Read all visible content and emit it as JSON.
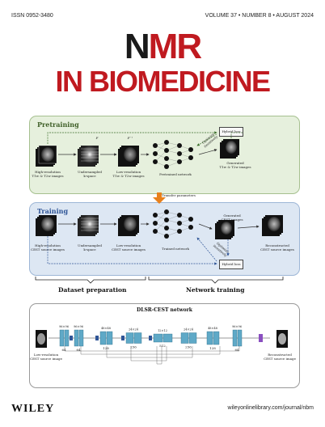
{
  "header": {
    "issn": "ISSN 0952-3480",
    "volume": "VOLUME 37 • NUMBER 8 • AUGUST 2024"
  },
  "journal": {
    "title_line1_n": "N",
    "title_line1_rest": "MR",
    "title_line2": "IN BIOMEDICINE"
  },
  "pretraining": {
    "title": "Pretraining",
    "hr_label": [
      "High-resolution",
      "T1w & T2w images"
    ],
    "under_label": [
      "Undersampled",
      "k-space"
    ],
    "lr_label": [
      "Low-resolution",
      "T1w & T2w images"
    ],
    "net_label": "Pretrained network",
    "gen_label": [
      "Generated",
      "T1w & T2w images"
    ],
    "hybrid_loss": "Hybrid loss",
    "optimize": [
      "Optimize",
      "iteratively"
    ],
    "f": "F",
    "finv": "F⁻¹"
  },
  "transfer_label": "Transfer parameters",
  "training": {
    "title": "Training",
    "hr_label": [
      "High-resolution",
      "CEST source images"
    ],
    "under_label": [
      "Undersampled",
      "k-space"
    ],
    "lr_label": [
      "Low-resolution",
      "CEST source images"
    ],
    "net_label": "Trained network",
    "gen_label": [
      "Generated",
      "CEST images"
    ],
    "recon_label": [
      "Reconstructed",
      "CEST source images"
    ],
    "hybrid_loss": "Hybrid loss",
    "optimize": [
      "Optimize",
      "iteratively"
    ],
    "f": "F",
    "finv": "F⁻¹"
  },
  "braces": {
    "left": "Dataset preparation",
    "right": "Network training"
  },
  "dlsr": {
    "title": "DLSR-CEST network",
    "input_label": [
      "Low-resolution",
      "CEST source image"
    ],
    "output_label": [
      "Reconstructed",
      "CEST source image"
    ],
    "sizes": [
      "96×96",
      "96×96",
      "48×48",
      "24×24",
      "12×12",
      "24×24",
      "48×48",
      "96×96"
    ],
    "channels": [
      "64",
      "64",
      "128",
      "256",
      "512",
      "256",
      "128",
      "64"
    ]
  },
  "footer": {
    "publisher": "WILEY",
    "url": "wileyonlinelibrary.com/journal/nbm"
  },
  "colors": {
    "brand_red": "#c01a20",
    "pretrain_green": "#e6f0dd",
    "train_blue": "#dde7f3",
    "arrow_orange": "#e8801c"
  }
}
